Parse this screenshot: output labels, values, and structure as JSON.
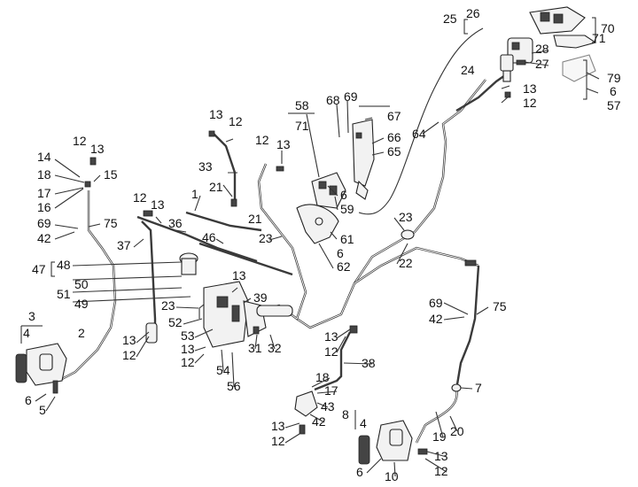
{
  "callouts": [
    {
      "id": "c25",
      "text": "25"
    },
    {
      "id": "c26",
      "text": "26"
    },
    {
      "id": "c70",
      "text": "70"
    },
    {
      "id": "c71a",
      "text": "71"
    },
    {
      "id": "c28",
      "text": "28"
    },
    {
      "id": "c27",
      "text": "27"
    },
    {
      "id": "c79",
      "text": "79"
    },
    {
      "id": "c6a",
      "text": "6"
    },
    {
      "id": "c57",
      "text": "57"
    },
    {
      "id": "c24",
      "text": "24"
    },
    {
      "id": "c13a",
      "text": "13"
    },
    {
      "id": "c12a",
      "text": "12"
    },
    {
      "id": "c64",
      "text": "64"
    },
    {
      "id": "c58",
      "text": "58"
    },
    {
      "id": "c71b",
      "text": "71"
    },
    {
      "id": "c68",
      "text": "68"
    },
    {
      "id": "c69a",
      "text": "69"
    },
    {
      "id": "c67",
      "text": "67"
    },
    {
      "id": "c66",
      "text": "66"
    },
    {
      "id": "c65",
      "text": "65"
    },
    {
      "id": "c13b",
      "text": "13"
    },
    {
      "id": "c12b",
      "text": "12"
    },
    {
      "id": "c33",
      "text": "33"
    },
    {
      "id": "c12c",
      "text": "12"
    },
    {
      "id": "c13c",
      "text": "13"
    },
    {
      "id": "c6b",
      "text": "6"
    },
    {
      "id": "c59",
      "text": "59"
    },
    {
      "id": "c21a",
      "text": "21"
    },
    {
      "id": "c21b",
      "text": "21"
    },
    {
      "id": "c23a",
      "text": "23"
    },
    {
      "id": "c61",
      "text": "61"
    },
    {
      "id": "c6c",
      "text": "6"
    },
    {
      "id": "c62",
      "text": "62"
    },
    {
      "id": "c23b",
      "text": "23"
    },
    {
      "id": "c22",
      "text": "22"
    },
    {
      "id": "c12d",
      "text": "12"
    },
    {
      "id": "c13d",
      "text": "13"
    },
    {
      "id": "c14",
      "text": "14"
    },
    {
      "id": "c18a",
      "text": "18"
    },
    {
      "id": "c15",
      "text": "15"
    },
    {
      "id": "c17a",
      "text": "17"
    },
    {
      "id": "c16",
      "text": "16"
    },
    {
      "id": "c12e",
      "text": "12"
    },
    {
      "id": "c13e",
      "text": "13"
    },
    {
      "id": "c1",
      "text": "1"
    },
    {
      "id": "c36",
      "text": "36"
    },
    {
      "id": "c69b",
      "text": "69"
    },
    {
      "id": "c75a",
      "text": "75"
    },
    {
      "id": "c42a",
      "text": "42"
    },
    {
      "id": "c37",
      "text": "37"
    },
    {
      "id": "c46",
      "text": "46"
    },
    {
      "id": "c47",
      "text": "47"
    },
    {
      "id": "c48",
      "text": "48"
    },
    {
      "id": "c50",
      "text": "50"
    },
    {
      "id": "c51",
      "text": "51"
    },
    {
      "id": "c49",
      "text": "49"
    },
    {
      "id": "c13f",
      "text": "13"
    },
    {
      "id": "c39",
      "text": "39"
    },
    {
      "id": "c23c",
      "text": "23"
    },
    {
      "id": "c52",
      "text": "52"
    },
    {
      "id": "c3",
      "text": "3"
    },
    {
      "id": "c4a",
      "text": "4"
    },
    {
      "id": "c2",
      "text": "2"
    },
    {
      "id": "c13g",
      "text": "13"
    },
    {
      "id": "c12f",
      "text": "12"
    },
    {
      "id": "c53",
      "text": "53"
    },
    {
      "id": "c13h",
      "text": "13"
    },
    {
      "id": "c12g",
      "text": "12"
    },
    {
      "id": "c54",
      "text": "54"
    },
    {
      "id": "c56",
      "text": "56"
    },
    {
      "id": "c31",
      "text": "31"
    },
    {
      "id": "c32",
      "text": "32"
    },
    {
      "id": "c6d",
      "text": "6"
    },
    {
      "id": "c5",
      "text": "5"
    },
    {
      "id": "c13i",
      "text": "13"
    },
    {
      "id": "c12h",
      "text": "12"
    },
    {
      "id": "c38",
      "text": "38"
    },
    {
      "id": "c69c",
      "text": "69"
    },
    {
      "id": "c75b",
      "text": "75"
    },
    {
      "id": "c42b",
      "text": "42"
    },
    {
      "id": "c18b",
      "text": "18"
    },
    {
      "id": "c17b",
      "text": "17"
    },
    {
      "id": "c43",
      "text": "43"
    },
    {
      "id": "c42c",
      "text": "42"
    },
    {
      "id": "c13j",
      "text": "13"
    },
    {
      "id": "c12i",
      "text": "12"
    },
    {
      "id": "c7",
      "text": "7"
    },
    {
      "id": "c8",
      "text": "8"
    },
    {
      "id": "c4b",
      "text": "4"
    },
    {
      "id": "c19",
      "text": "19"
    },
    {
      "id": "c20",
      "text": "20"
    },
    {
      "id": "c13k",
      "text": "13"
    },
    {
      "id": "c6e",
      "text": "6"
    },
    {
      "id": "c10",
      "text": "10"
    },
    {
      "id": "c12j",
      "text": "12"
    }
  ]
}
